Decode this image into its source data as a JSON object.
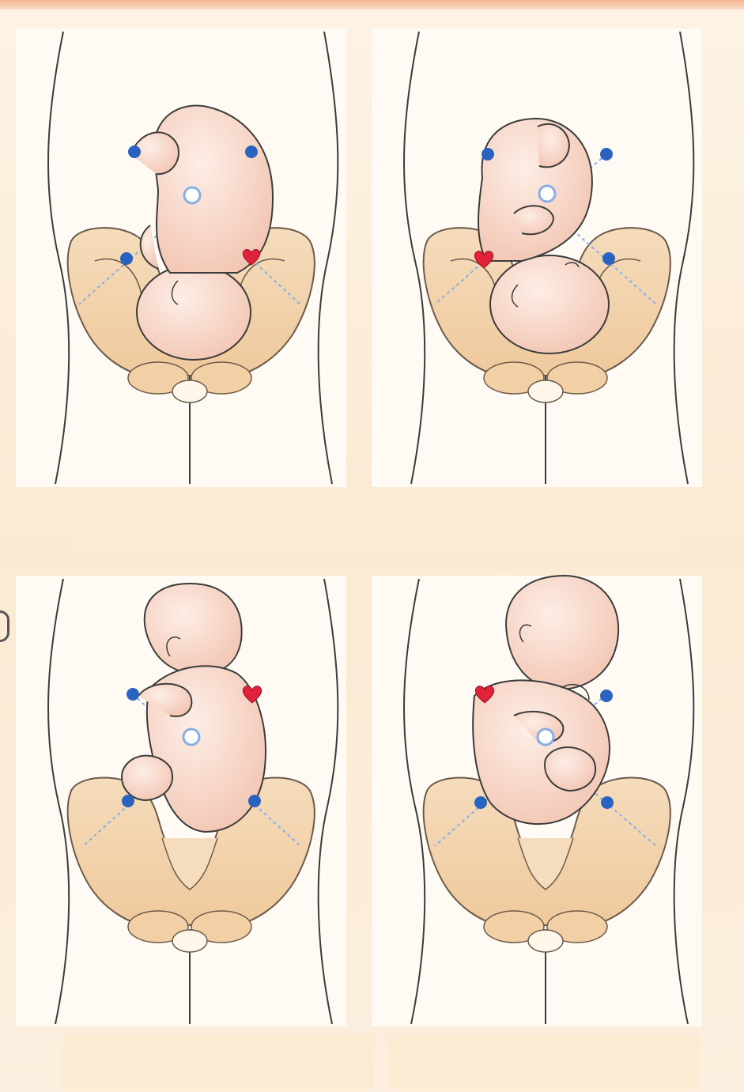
{
  "figure": {
    "panels": [
      {
        "id": "top-left",
        "heart_side": "right",
        "legs": "up"
      },
      {
        "id": "top-right",
        "heart_side": "left",
        "legs": "up"
      },
      {
        "id": "bottom-left",
        "heart_side": "right",
        "legs": "down"
      },
      {
        "id": "bottom-right",
        "heart_side": "left",
        "legs": "down"
      }
    ],
    "colors": {
      "marker": "#2a62c0",
      "heart": "#e0233a",
      "skin": "#f7d6c6",
      "pelvis": "#f2d3ad",
      "outline": "#3c3c3c",
      "guide": "#88aee6"
    }
  },
  "captions": {
    "top": "",
    "bottom_left": "",
    "bottom_right": ""
  }
}
